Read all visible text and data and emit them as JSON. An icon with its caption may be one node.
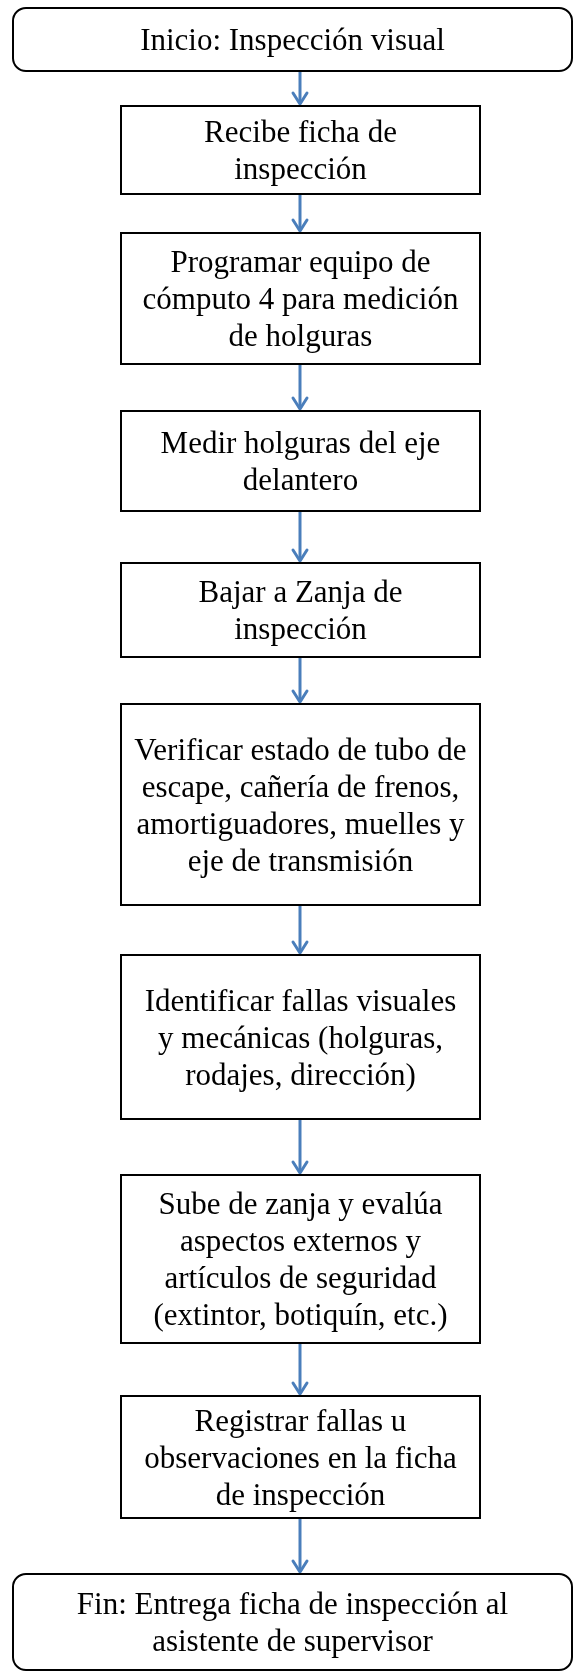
{
  "diagram": {
    "nodes": [
      {
        "text": [
          "Inicio: Inspección visual"
        ]
      },
      {
        "text": [
          "Recibe ficha de inspección"
        ]
      },
      {
        "text": [
          "Programar equipo de cómputo 4 para medición de holguras"
        ]
      },
      {
        "text": [
          "Medir holguras del eje delantero"
        ]
      },
      {
        "text": [
          "Bajar a Zanja de inspección"
        ]
      },
      {
        "text": [
          "Verificar estado de tubo de escape, cañería de frenos, amortiguadores, muelles y eje de transmisión"
        ]
      },
      {
        "text": [
          "Identificar fallas visuales y mecánicas (holguras, rodajes, dirección)"
        ]
      },
      {
        "text": [
          "Sube de zanja y evalúa aspectos externos y artículos de seguridad (extintor, botiquín,  etc.)"
        ]
      },
      {
        "text": [
          "Registrar fallas u observaciones en la ficha de inspección"
        ]
      },
      {
        "text": [
          "Fin: Entrega ficha de inspección al asistente de supervisor"
        ]
      }
    ],
    "edges": [
      {
        "from": 0,
        "to": 1,
        "arrow": "to"
      },
      {
        "from": 1,
        "to": 2,
        "arrow": "to"
      },
      {
        "from": 2,
        "to": 3,
        "arrow": "to"
      },
      {
        "from": 3,
        "to": 4,
        "arrow": "to"
      },
      {
        "from": 4,
        "to": 5,
        "arrow": "to"
      },
      {
        "from": 5,
        "to": 6,
        "arrow": "to"
      },
      {
        "from": 6,
        "to": 7,
        "arrow": "to"
      },
      {
        "from": 7,
        "to": 8,
        "arrow": "to"
      },
      {
        "from": 8,
        "to": 9,
        "arrow": "to"
      }
    ]
  }
}
